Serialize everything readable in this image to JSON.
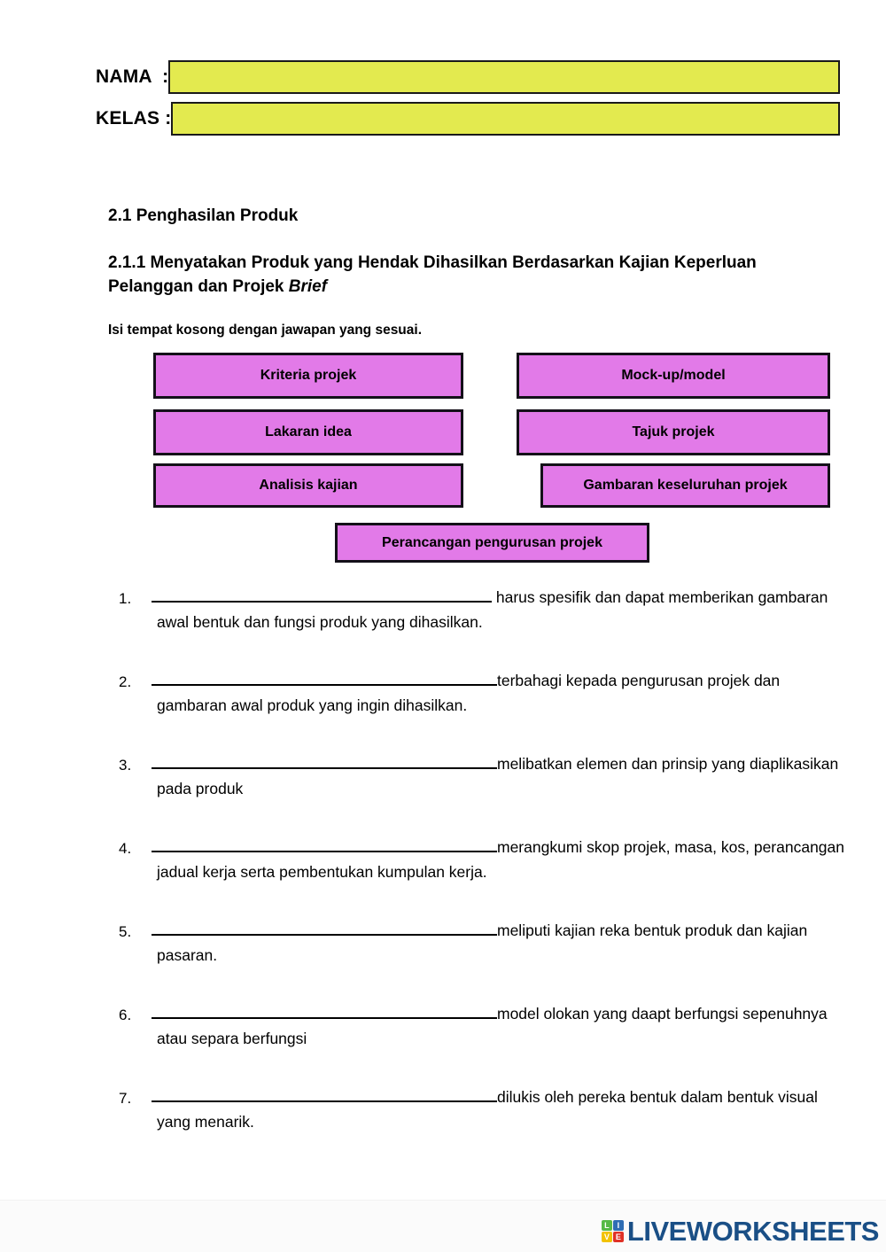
{
  "identity": {
    "name_label": "NAMA  :",
    "class_label": "KELAS :",
    "name_value": "",
    "class_value": ""
  },
  "headings": {
    "section": "2.1 Penghasilan Produk",
    "subsection_main": "2.1.1 Menyatakan Produk yang Hendak Dihasilkan Berdasarkan Kajian Keperluan Pelanggan dan Projek ",
    "subsection_italic": "Brief",
    "instruction": "Isi tempat kosong dengan jawapan yang sesuai."
  },
  "word_bank": {
    "items": [
      {
        "label": "Kriteria projek",
        "column": "left",
        "row": 0
      },
      {
        "label": "Mock-up/model",
        "column": "right",
        "row": 0
      },
      {
        "label": "Lakaran idea",
        "column": "left",
        "row": 1
      },
      {
        "label": "Tajuk projek",
        "column": "right",
        "row": 1
      },
      {
        "label": "Analisis kajian",
        "column": "left",
        "row": 2
      },
      {
        "label": "Gambaran keseluruhan projek",
        "column": "right",
        "row": 2
      },
      {
        "label": "Perancangan pengurusan projek",
        "column": "center",
        "row": 3
      }
    ]
  },
  "questions": [
    {
      "number": "1.",
      "text_after_blank": " harus spesifik dan dapat memberikan gambaran awal bentuk dan fungsi produk yang dihasilkan."
    },
    {
      "number": "2.",
      "text_after_blank": "terbahagi kepada pengurusan projek dan gambaran awal produk yang ingin dihasilkan."
    },
    {
      "number": "3.",
      "text_after_blank": "melibatkan elemen dan prinsip yang diaplikasikan pada produk"
    },
    {
      "number": "4.",
      "text_after_blank": "merangkumi skop projek, masa, kos, perancangan jadual kerja serta pembentukan kumpulan kerja."
    },
    {
      "number": "5.",
      "text_after_blank": "meliputi kajian reka bentuk produk dan kajian pasaran."
    },
    {
      "number": "6.",
      "text_after_blank": "model olokan yang daapt berfungsi sepenuhnya atau separa berfungsi"
    },
    {
      "number": "7.",
      "text_after_blank": "dilukis oleh pereka bentuk dalam bentuk visual yang menarik."
    }
  ],
  "footer": {
    "logo_tiles": [
      {
        "letter": "L",
        "color": "#57b947"
      },
      {
        "letter": "I",
        "color": "#2e6db4"
      },
      {
        "letter": "V",
        "color": "#f2c200"
      },
      {
        "letter": "E",
        "color": "#e03127"
      }
    ],
    "wordmark": "LIVEWORKSHEETS"
  },
  "colors": {
    "field_yellow": "#e3ea4f",
    "box_purple": "#e27ae8",
    "logo_blue": "#1a4f86"
  }
}
